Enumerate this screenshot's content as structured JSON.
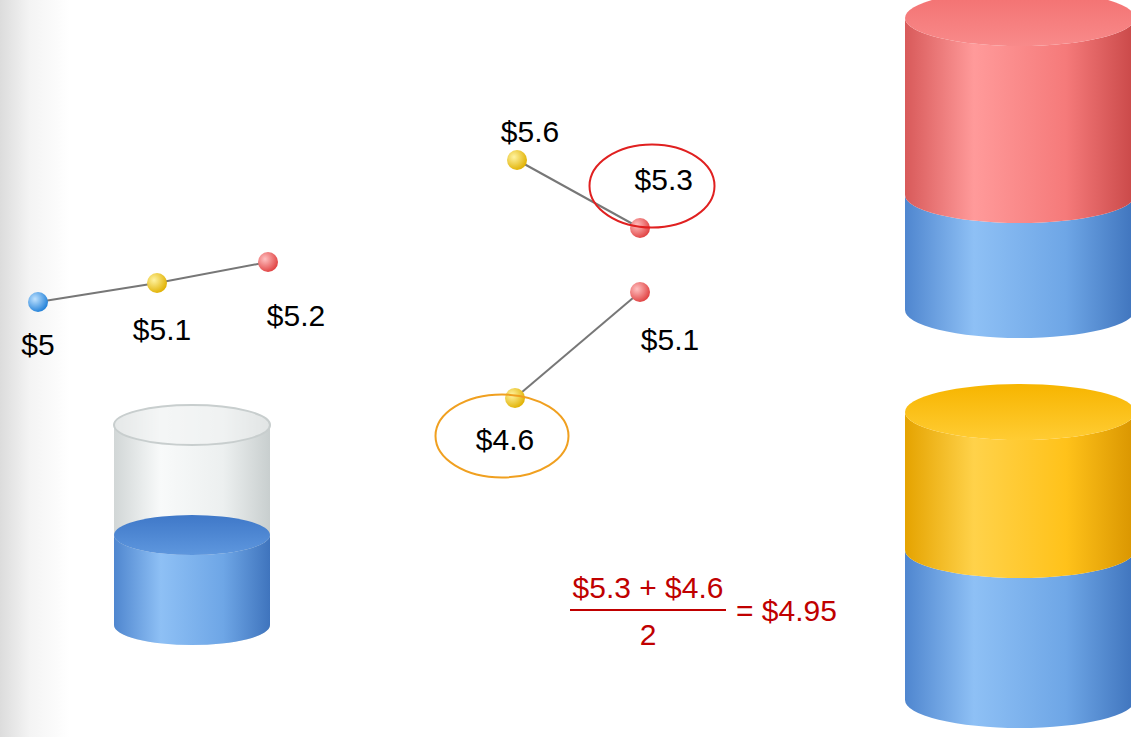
{
  "diagram": {
    "nodes": [
      {
        "text": [
          "$5.3"
        ]
      },
      {
        "text": [
          "$4.6"
        ]
      }
    ],
    "labels": [
      "$5.6",
      "$5",
      "$5.1",
      "$5.2",
      "$5.1",
      "$5.3 + $4.6",
      "2",
      "= $4.95"
    ]
  }
}
